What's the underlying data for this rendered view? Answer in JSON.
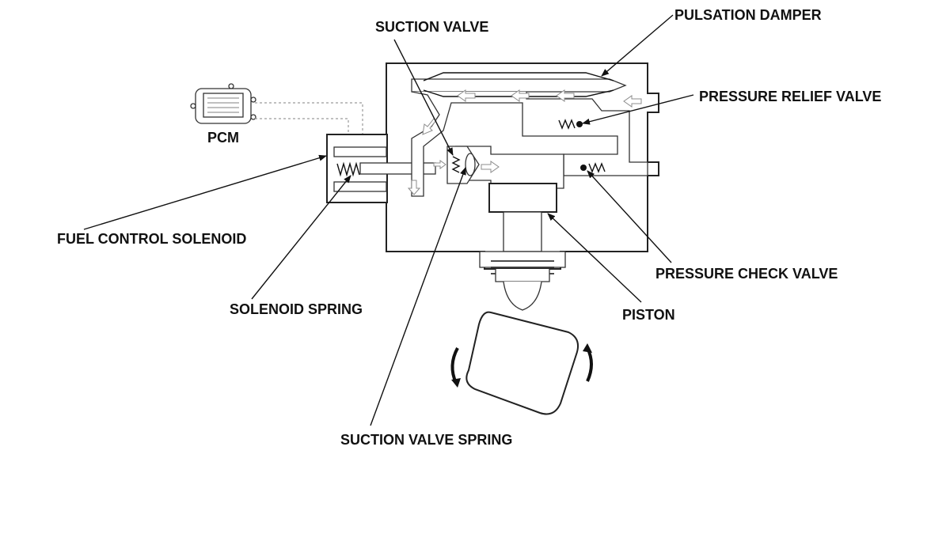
{
  "labels": {
    "suction_valve": "SUCTION VALVE",
    "pulsation_damper": "PULSATION DAMPER",
    "pressure_relief_valve": "PRESSURE RELIEF VALVE",
    "pcm": "PCM",
    "fuel_control_solenoid": "FUEL CONTROL SOLENOID",
    "solenoid_spring": "SOLENOID SPRING",
    "pressure_check_valve": "PRESSURE CHECK VALVE",
    "piston": "PISTON",
    "suction_valve_spring": "SUCTION VALVE SPRING"
  },
  "colors": {
    "ink": "#111111",
    "flow_arrow": "#8c8c8c",
    "wiring": "#9a9a9a"
  }
}
